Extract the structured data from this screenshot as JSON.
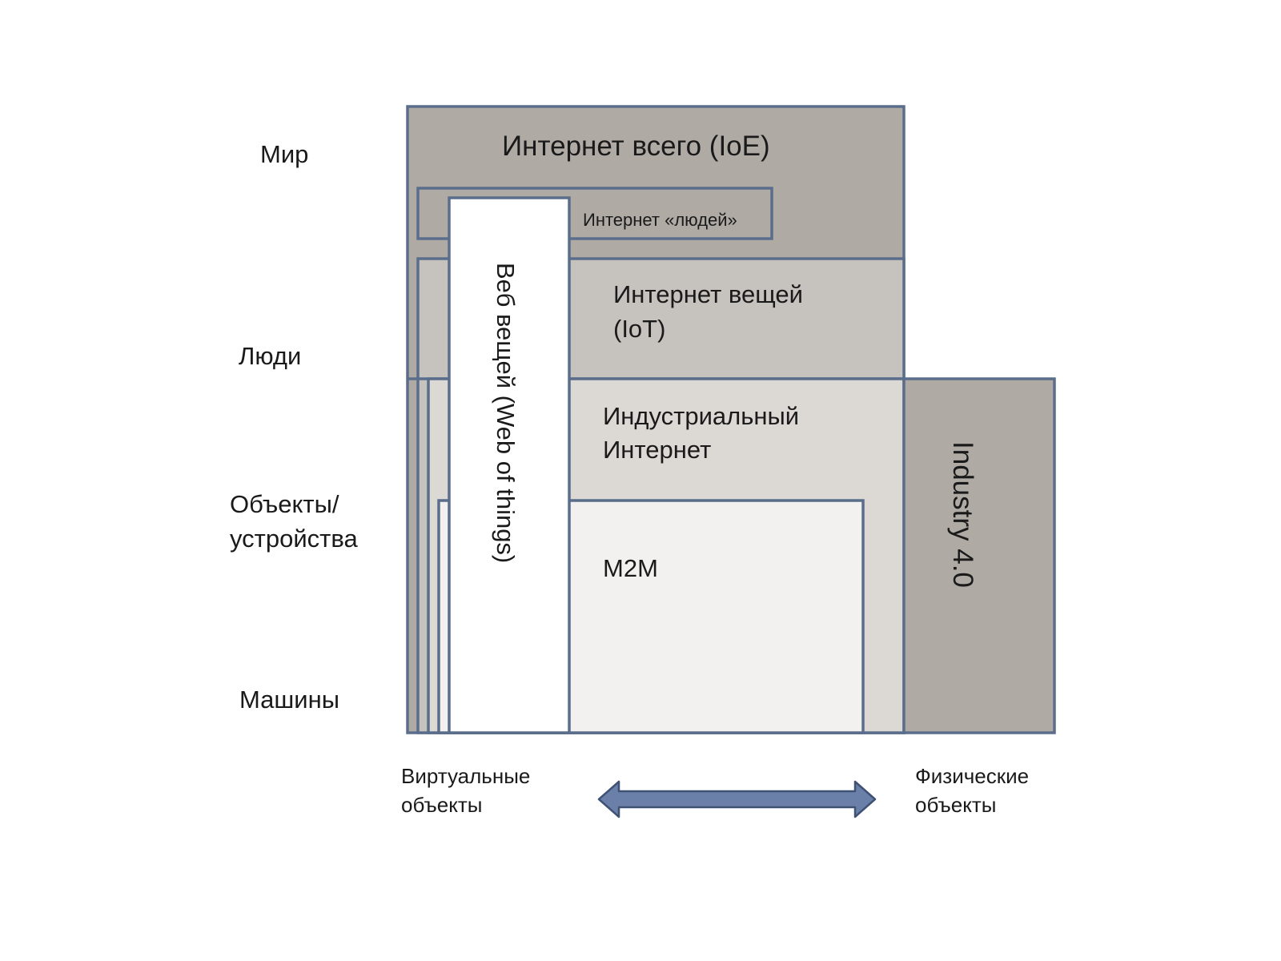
{
  "row_labels": {
    "world": "Мир",
    "people": "Люди",
    "objects_line1": "Объекты/",
    "objects_line2": "устройства",
    "machines": "Машины"
  },
  "boxes": {
    "ioe": "Интернет всего (IoE)",
    "internet_of_people": "Интернет «людей»",
    "iot_line1": "Интернет вещей",
    "iot_line2": "(IoT)",
    "industrial_line1": "Индустриальный",
    "industrial_line2": "Интернет",
    "m2m": "M2M",
    "web_of_things": "Веб вещей (Web of things)",
    "industry40": "Industry 4.0"
  },
  "axis": {
    "left_line1": "Виртуальные",
    "left_line2": "объекты",
    "right_line1": "Физические",
    "right_line2": "объекты"
  },
  "colors": {
    "border": "#5a6e8c",
    "ioe_fill": "#b0aaa5",
    "iot_fill": "#c6c2bd",
    "industrial_fill": "#dcd8d4",
    "m2m_fill": "#f3f1ef",
    "web_fill": "#ffffff",
    "industry40_fill": "#b0aaa5",
    "arrow_fill": "#6a80a8",
    "arrow_stroke": "#3f5274"
  }
}
